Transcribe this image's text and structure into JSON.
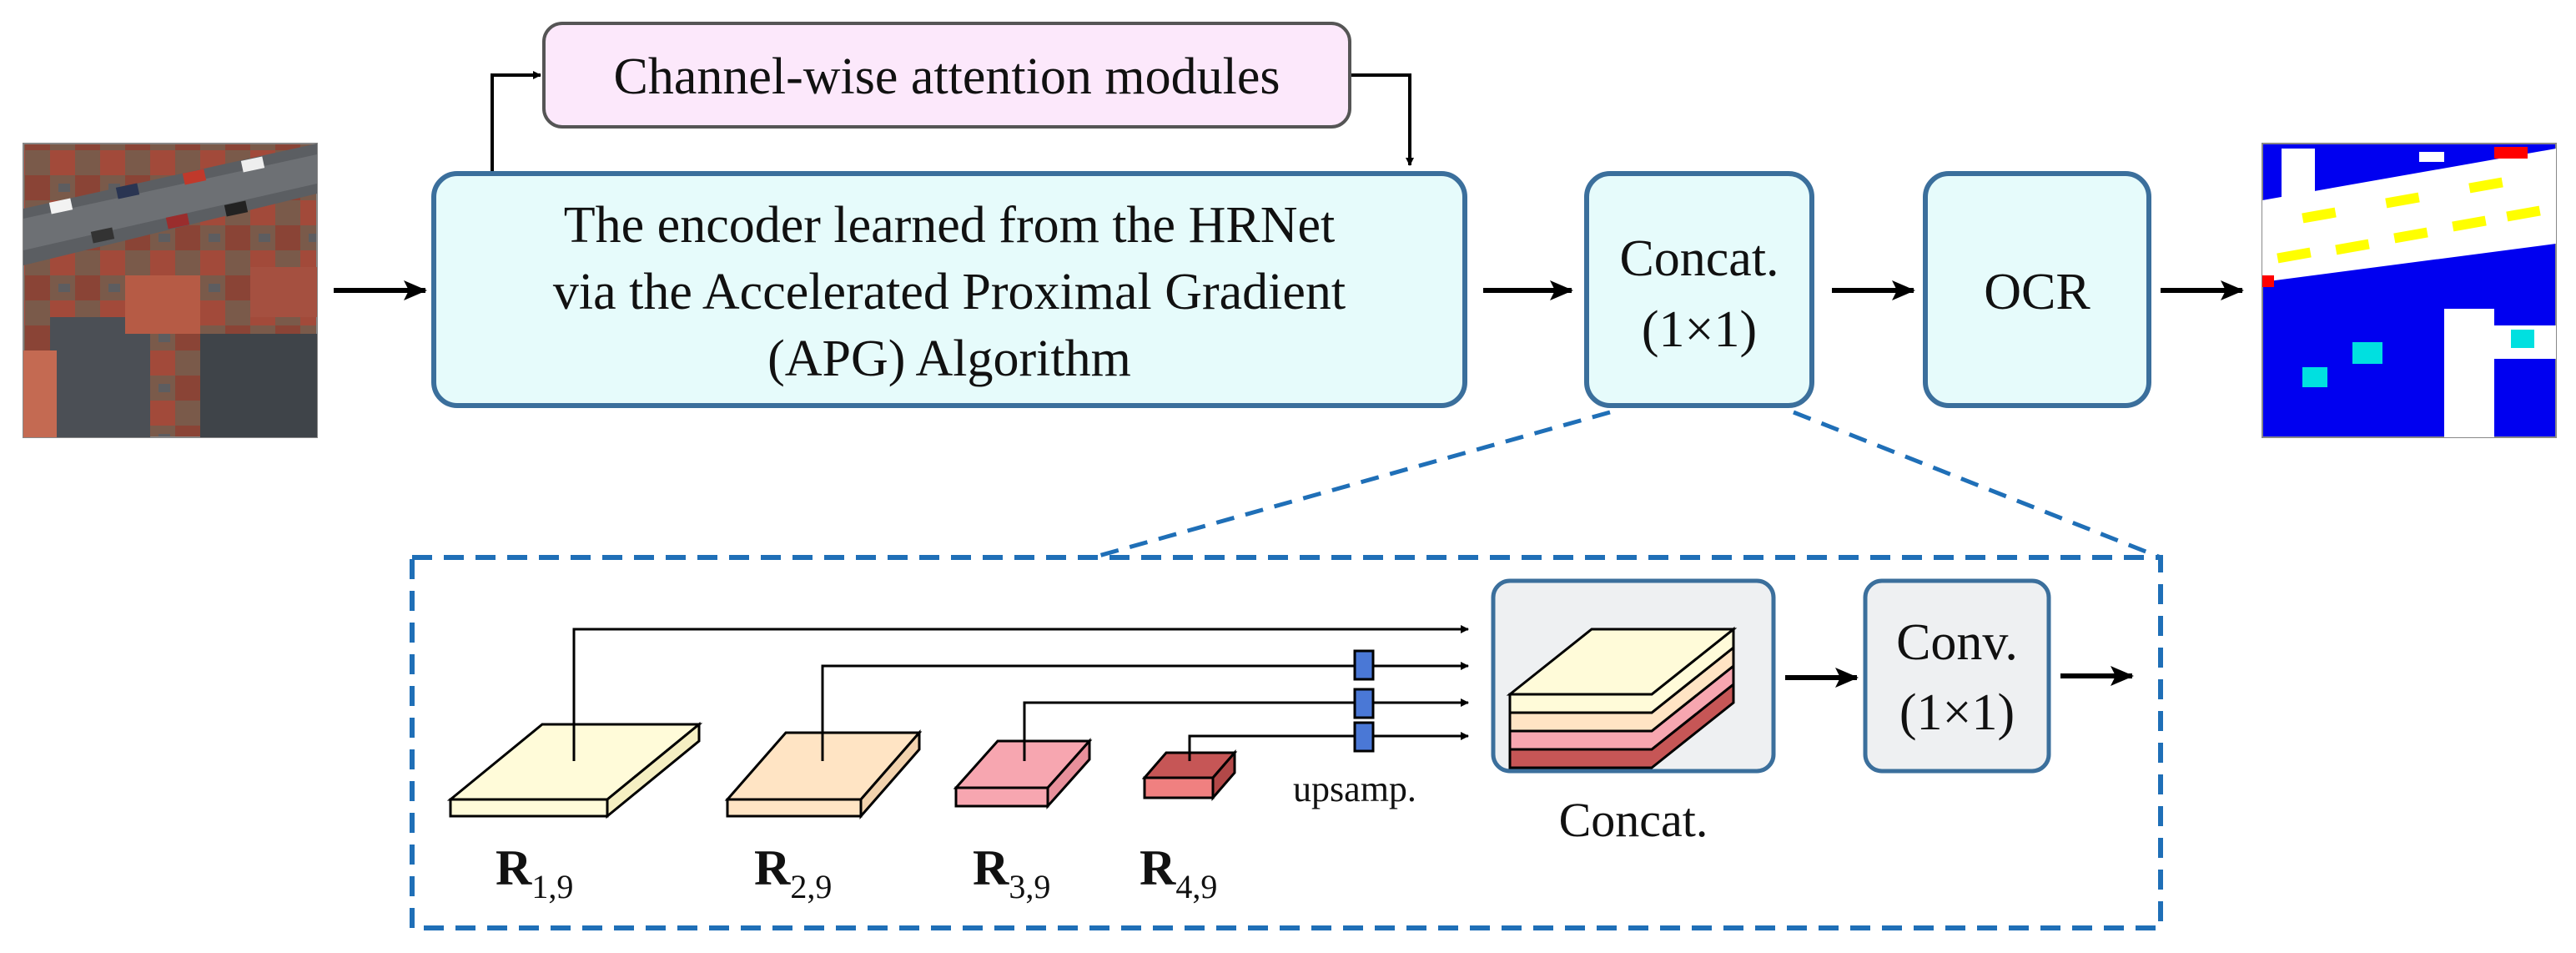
{
  "diagram": {
    "attention_box": {
      "label": "Channel-wise attention modules"
    },
    "encoder_box": {
      "line1": "The encoder learned from the HRNet",
      "line2": "via the Accelerated Proximal Gradient",
      "line3": "(APG) Algorithm"
    },
    "concat_box": {
      "line1": "Concat.",
      "line2": "(1×1)"
    },
    "ocr_box": {
      "label": "OCR"
    },
    "inset": {
      "concat_label": "Concat.",
      "conv_box": {
        "line1": "Conv.",
        "line2": "(1×1)"
      },
      "upsamp_label": "upsamp.",
      "features": [
        {
          "symbol": "R",
          "subscript": "1,9",
          "color": "#fffbd9"
        },
        {
          "symbol": "R",
          "subscript": "2,9",
          "color": "#ffe4c4"
        },
        {
          "symbol": "R",
          "subscript": "3,9",
          "color": "#f7a6b0"
        },
        {
          "symbol": "R",
          "subscript": "4,9",
          "color": "#d46a6a"
        }
      ]
    }
  },
  "colors": {
    "box_fill": "#e6fbfb",
    "box_border": "#3b6f9c",
    "attention_fill": "#fce8fb",
    "inset_dash": "#1f6fb7",
    "inset_box_fill": "#eef0f2",
    "upsamp_block": "#4a78d6",
    "segmentation_blue": "#0000f0"
  }
}
